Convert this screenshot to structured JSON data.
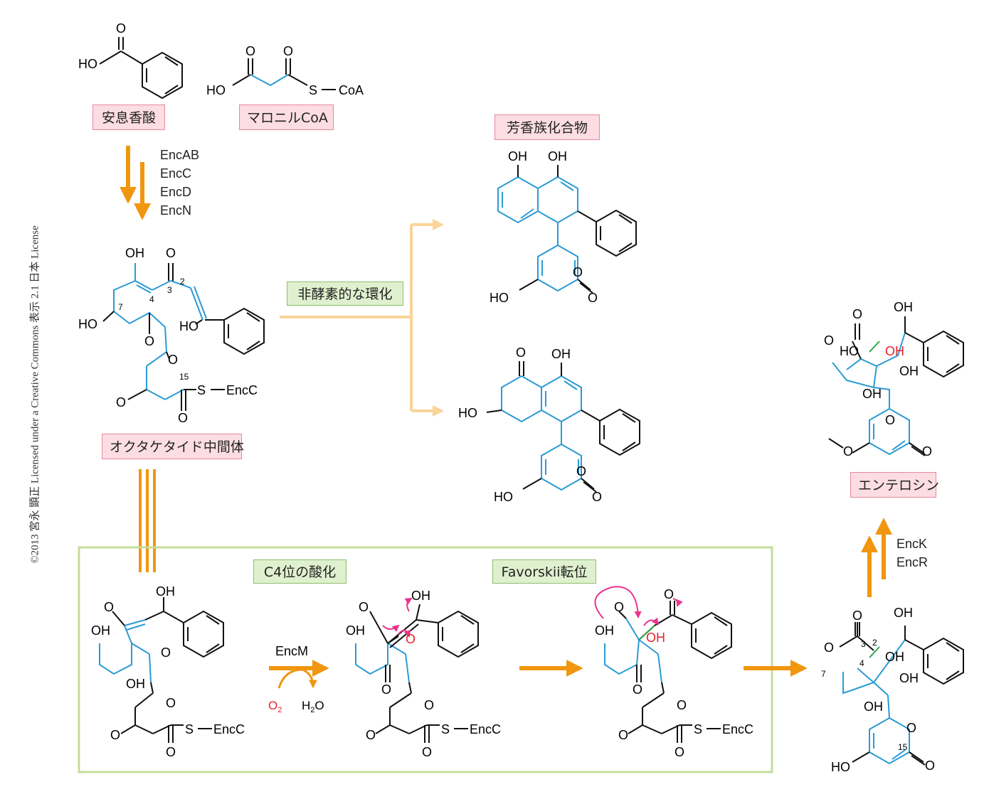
{
  "license": "©2013 宮永 顕正 Licensed under a Creative Commons 表示 2.1 日本 License",
  "labels": {
    "benzoic_acid": "安息香酸",
    "malonyl_coa": "マロニルCoA",
    "octaketide": "オクタケタイド中間体",
    "aromatic": "芳香族化合物",
    "enterocin": "エンテロシン",
    "nonenzymatic": "非酵素的な環化",
    "c4_oxidation": "C4位の酸化",
    "favorskii": "Favorskii転位"
  },
  "enzymes": {
    "loading": [
      "EncAB",
      "EncC",
      "EncD",
      "EncN"
    ],
    "final": [
      "EncK",
      "EncR"
    ],
    "oxidation": "EncM"
  },
  "atoms": {
    "HO": "HO",
    "OH": "OH",
    "O": "O",
    "S": "S",
    "CoA": "CoA",
    "EncC": "EncC",
    "O2": "O",
    "O2_sub": "2",
    "H2O_H": "H",
    "H2O_sub": "2",
    "H2O_O": "O"
  },
  "numbers": {
    "n2": "2",
    "n3": "3",
    "n4": "4",
    "n7": "7",
    "n15": "15"
  },
  "colors": {
    "arrow_orange": "#f0960f",
    "arrow_light": "#fad499",
    "skeleton_blue": "#2a9bd4",
    "curly_magenta": "#e8348c",
    "oxygen_red": "#e8212b",
    "new_bond_green": "#2ea64a",
    "box_green": "#c5dc9c"
  }
}
